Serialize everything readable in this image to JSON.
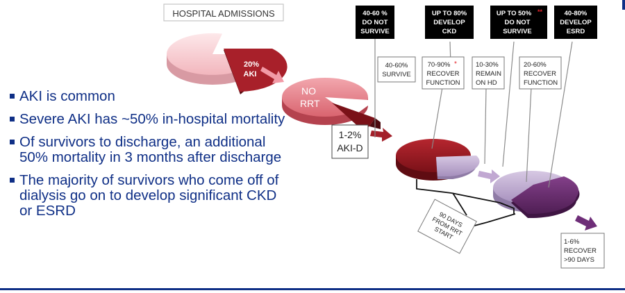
{
  "title_box": "HOSPITAL ADMISSIONS",
  "pie_aki_label": [
    "20%",
    "AKI"
  ],
  "pie_nrrt_label": [
    "NO",
    "RRT"
  ],
  "aki_d_box": [
    "1-2%",
    "AKI-D"
  ],
  "top_boxes": [
    [
      "40-60 %",
      "DO NOT",
      "SURVIVE"
    ],
    [
      "UP TO 80%",
      "DEVELOP",
      "CKD"
    ],
    [
      "UP TO 50%",
      "DO NOT",
      "SURVIVE"
    ],
    [
      "40-80%",
      "DEVELOP",
      "ESRD"
    ]
  ],
  "top_box_marker": "**",
  "mid_boxes": [
    [
      "40-60%",
      "SURVIVE"
    ],
    [
      "70-90%",
      "RECOVER",
      "FUNCTION"
    ],
    [
      "10-30%",
      "REMAIN",
      "ON HD"
    ],
    [
      "20-60%",
      "RECOVER",
      "FUNCTION"
    ]
  ],
  "mid_box_marker": "*",
  "rotated_box": [
    "90 DAYS",
    "FROM RRT",
    "START"
  ],
  "recover_box": [
    "1-6%",
    "RECOVER",
    ">90 DAYS"
  ],
  "bullets": [
    "AKI is common",
    "Severe AKI has ~50% in-hospital mortality",
    "Of survivors to discharge, an additional 50% mortality in 3 months after discharge",
    "The majority of survivors who come off of dialysis go on to develop significant CKD or ESRD"
  ],
  "colors": {
    "navy": "#0f2f86",
    "pie1": "#f7cfd3",
    "pie2": "#e98790",
    "pie3": "#9c1b24",
    "pie3_slice": "#b8a7c6",
    "pie4": "#bda9cf",
    "pie4_slice": "#6a2a68",
    "arrow_pink": "#f29aa6",
    "arrow_red": "#a3202a",
    "arrow_lavender": "#c1a8d2",
    "arrow_purple": "#6e2d78",
    "marker_red": "#e3242b"
  }
}
